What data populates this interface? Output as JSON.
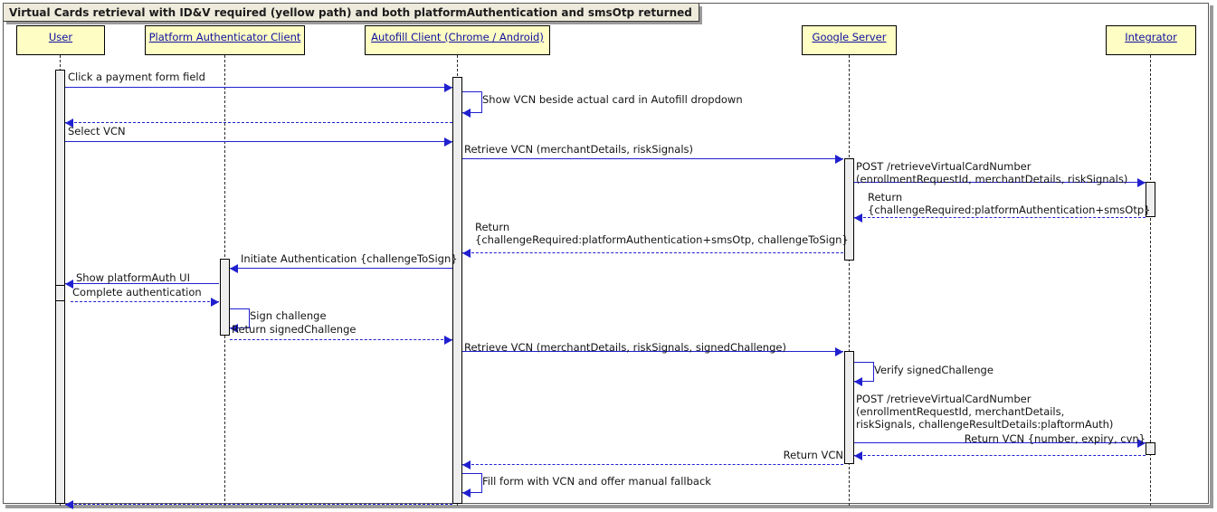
{
  "diagram": {
    "type": "uml-sequence-diagram",
    "title": "Virtual Cards retrieval with ID&V required (yellow path) and both platformAuthentication and smsOtp returned",
    "colors": {
      "participant_fill": "#fdfdc4",
      "participant_text": "#1010a0",
      "message_line": "#2020d0",
      "activation_fill": "#eeeeee",
      "title_fill": "#eeebdc",
      "frame_border": "#595959"
    },
    "participants": [
      {
        "id": "user",
        "label": "User"
      },
      {
        "id": "platform-authenticator-client",
        "label": "Platform Authenticator Client"
      },
      {
        "id": "autofill-client",
        "label": "Autofill Client (Chrome / Android)"
      },
      {
        "id": "google-server",
        "label": "Google Server"
      },
      {
        "id": "integrator",
        "label": "Integrator"
      }
    ],
    "messages": [
      {
        "id": "m1",
        "from": "user",
        "to": "autofill-client",
        "kind": "call",
        "label": "Click a payment form field"
      },
      {
        "id": "m2",
        "from": "autofill-client",
        "to": "autofill-client",
        "kind": "self",
        "label": "Show VCN beside actual card in Autofill dropdown"
      },
      {
        "id": "m3",
        "from": "autofill-client",
        "to": "user",
        "kind": "return",
        "label": ""
      },
      {
        "id": "m4",
        "from": "user",
        "to": "autofill-client",
        "kind": "call",
        "label": "Select VCN"
      },
      {
        "id": "m5",
        "from": "autofill-client",
        "to": "google-server",
        "kind": "call",
        "label": "Retrieve VCN (merchantDetails, riskSignals)"
      },
      {
        "id": "m6",
        "from": "google-server",
        "to": "integrator",
        "kind": "call",
        "label": "POST /retrieveVirtualCardNumber\n(enrollmentRequestId, merchantDetails, riskSignals)"
      },
      {
        "id": "m7",
        "from": "integrator",
        "to": "google-server",
        "kind": "return",
        "label": "Return\n{challengeRequired:platformAuthentication+smsOtp}"
      },
      {
        "id": "m8",
        "from": "google-server",
        "to": "autofill-client",
        "kind": "return",
        "label": "Return\n{challengeRequired:platformAuthentication+smsOtp, challengeToSign}"
      },
      {
        "id": "m9",
        "from": "autofill-client",
        "to": "platform-authenticator-client",
        "kind": "call",
        "label": "Initiate Authentication {challengeToSign}"
      },
      {
        "id": "m10",
        "from": "platform-authenticator-client",
        "to": "user",
        "kind": "call",
        "label": "Show platformAuth UI"
      },
      {
        "id": "m11",
        "from": "user",
        "to": "platform-authenticator-client",
        "kind": "return",
        "label": "Complete authentication"
      },
      {
        "id": "m12",
        "from": "platform-authenticator-client",
        "to": "platform-authenticator-client",
        "kind": "self",
        "label": "Sign challenge"
      },
      {
        "id": "m13",
        "from": "platform-authenticator-client",
        "to": "autofill-client",
        "kind": "return",
        "label": "Return signedChallenge"
      },
      {
        "id": "m14",
        "from": "autofill-client",
        "to": "google-server",
        "kind": "call",
        "label": "Retrieve VCN (merchantDetails, riskSignals, signedChallenge)"
      },
      {
        "id": "m15",
        "from": "google-server",
        "to": "google-server",
        "kind": "self",
        "label": "Verify signedChallenge"
      },
      {
        "id": "m16",
        "from": "google-server",
        "to": "integrator",
        "kind": "call",
        "label": "POST /retrieveVirtualCardNumber\n(enrollmentRequestId, merchantDetails,\nriskSignals, challengeResultDetails:plaftormAuth)"
      },
      {
        "id": "m17",
        "from": "integrator",
        "to": "google-server",
        "kind": "return",
        "label": "Return VCN {number, expiry, cvn}"
      },
      {
        "id": "m18",
        "from": "google-server",
        "to": "autofill-client",
        "kind": "return",
        "label": "Return VCN"
      },
      {
        "id": "m19",
        "from": "autofill-client",
        "to": "autofill-client",
        "kind": "self",
        "label": "Fill form with VCN and offer manual fallback"
      },
      {
        "id": "m20",
        "from": "autofill-client",
        "to": "user",
        "kind": "return",
        "label": ""
      }
    ]
  }
}
